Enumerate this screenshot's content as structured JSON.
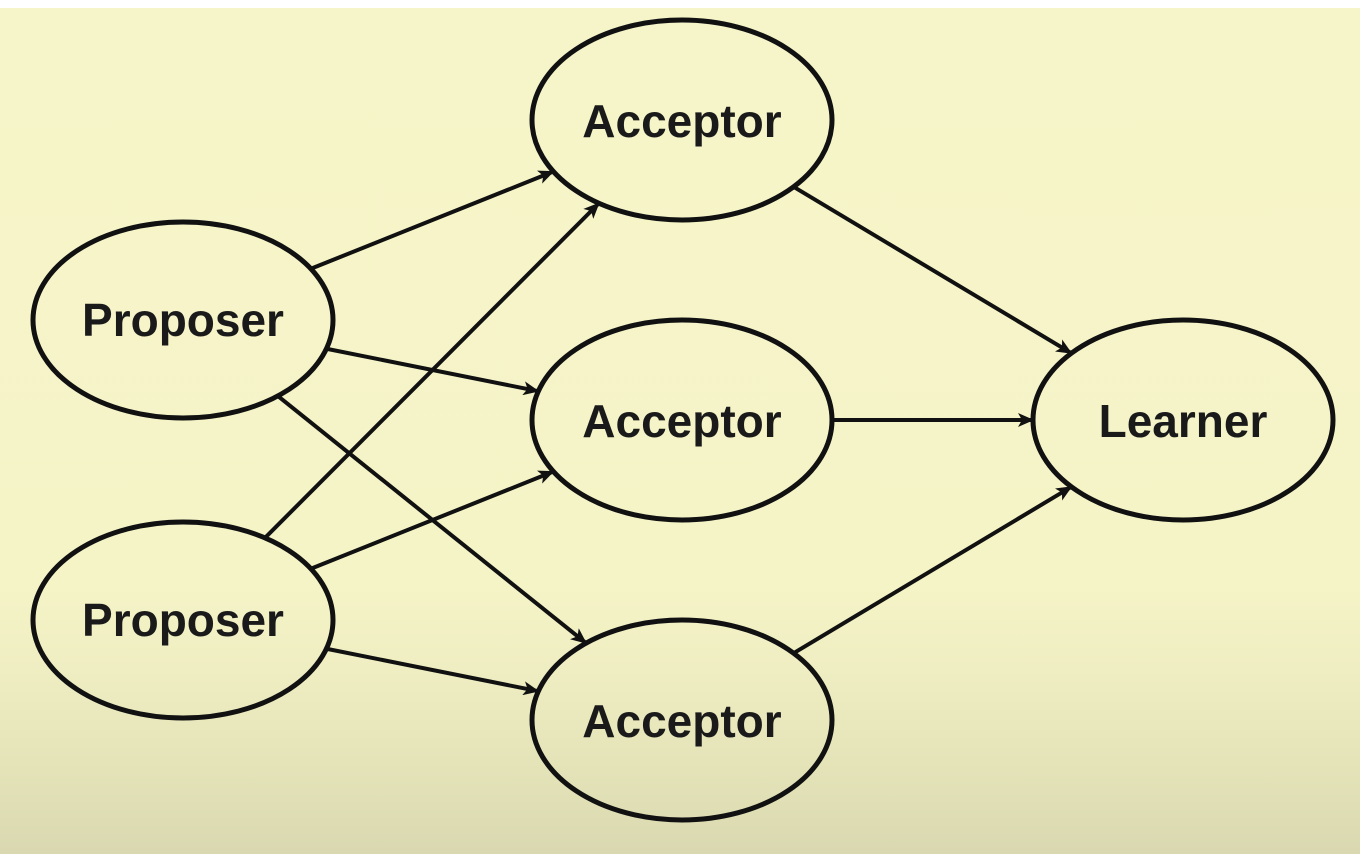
{
  "diagram": {
    "nodes": [
      {
        "id": "proposer-1",
        "label": "Proposer",
        "role": "proposer"
      },
      {
        "id": "proposer-2",
        "label": "Proposer",
        "role": "proposer"
      },
      {
        "id": "acceptor-1",
        "label": "Acceptor",
        "role": "acceptor"
      },
      {
        "id": "acceptor-2",
        "label": "Acceptor",
        "role": "acceptor"
      },
      {
        "id": "acceptor-3",
        "label": "Acceptor",
        "role": "acceptor"
      },
      {
        "id": "learner-1",
        "label": "Learner",
        "role": "learner"
      }
    ],
    "edges": [
      {
        "from": "proposer-1",
        "to": "acceptor-1"
      },
      {
        "from": "proposer-1",
        "to": "acceptor-2"
      },
      {
        "from": "proposer-1",
        "to": "acceptor-3"
      },
      {
        "from": "proposer-2",
        "to": "acceptor-1"
      },
      {
        "from": "proposer-2",
        "to": "acceptor-2"
      },
      {
        "from": "proposer-2",
        "to": "acceptor-3"
      },
      {
        "from": "acceptor-1",
        "to": "learner-1"
      },
      {
        "from": "acceptor-2",
        "to": "learner-1"
      },
      {
        "from": "acceptor-3",
        "to": "learner-1"
      }
    ],
    "colors": {
      "background": "#f6f5c9",
      "stroke": "#111111",
      "text": "#1a1a1a"
    }
  }
}
